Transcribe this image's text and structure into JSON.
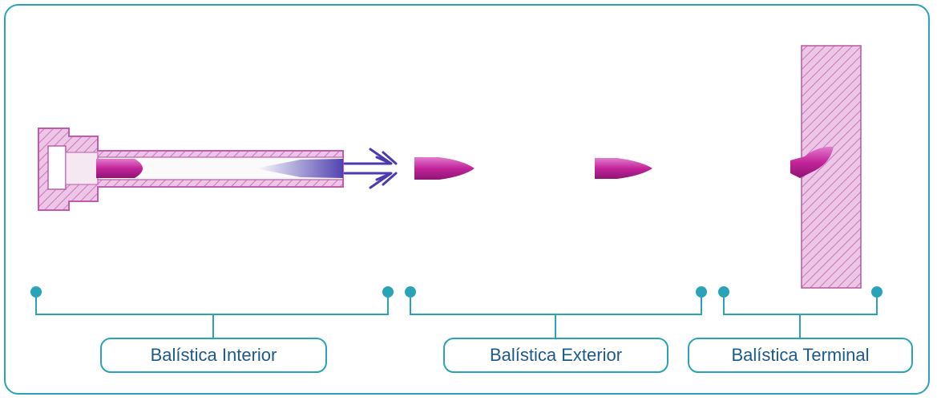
{
  "labels": {
    "interior": "Balística Interior",
    "exterior": "Balística Exterior",
    "terminal": "Balística Terminal"
  },
  "colors": {
    "accent": "#2aa3b8",
    "label_text": "#1d5a8c",
    "projectile": "#c8309c",
    "gas": "#3f2fa8",
    "hatch": "#d98acb"
  }
}
